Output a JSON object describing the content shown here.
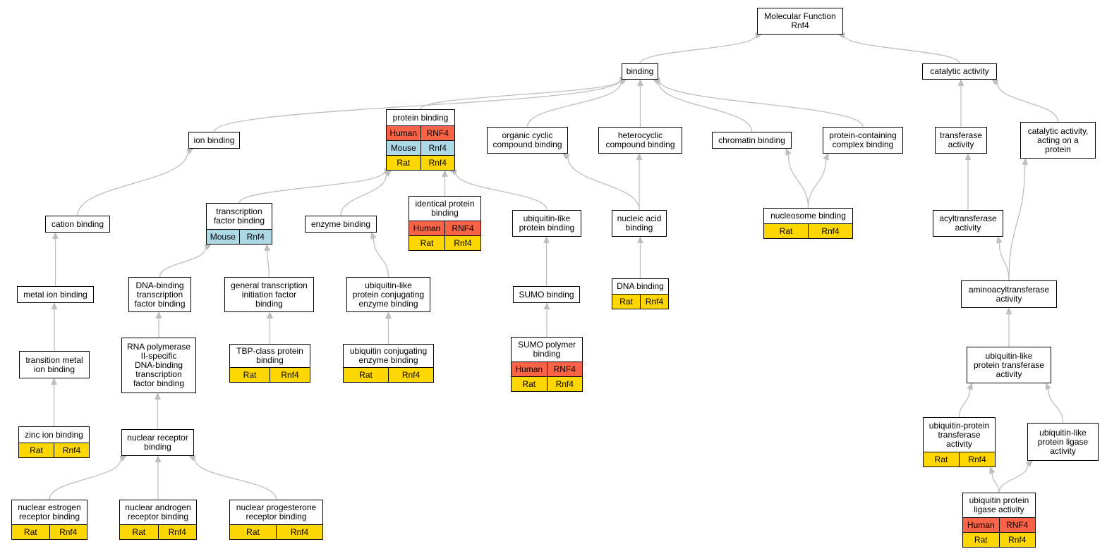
{
  "colors": {
    "human": "#FA6345",
    "mouse": "#ADD8E6",
    "rat": "#FFD700",
    "edge": "#BEBEBE"
  },
  "nodes": [
    {
      "id": "mf",
      "label": "Molecular Function\nRnf4",
      "rows": []
    },
    {
      "id": "binding",
      "label": "binding",
      "rows": []
    },
    {
      "id": "catalytic",
      "label": "catalytic activity",
      "rows": []
    },
    {
      "id": "ion",
      "label": "ion binding",
      "rows": []
    },
    {
      "id": "protein",
      "label": "protein binding",
      "rows": [
        {
          "species": "Human",
          "gene": "RNF4",
          "color": "human"
        },
        {
          "species": "Mouse",
          "gene": "Rnf4",
          "color": "mouse"
        },
        {
          "species": "Rat",
          "gene": "Rnf4",
          "color": "rat"
        }
      ]
    },
    {
      "id": "organic",
      "label": "organic cyclic\ncompound binding",
      "rows": []
    },
    {
      "id": "hetero",
      "label": "heterocyclic\ncompound binding",
      "rows": []
    },
    {
      "id": "chromatin",
      "label": "chromatin binding",
      "rows": []
    },
    {
      "id": "complex",
      "label": "protein-containing\ncomplex binding",
      "rows": []
    },
    {
      "id": "transferase",
      "label": "transferase\nactivity",
      "rows": []
    },
    {
      "id": "catprot",
      "label": "catalytic activity,\nacting on a\nprotein",
      "rows": []
    },
    {
      "id": "cation",
      "label": "cation binding",
      "rows": []
    },
    {
      "id": "tfbinding",
      "label": "transcription\nfactor binding",
      "rows": [
        {
          "species": "Mouse",
          "gene": "Rnf4",
          "color": "mouse"
        }
      ]
    },
    {
      "id": "enzyme",
      "label": "enzyme binding",
      "rows": []
    },
    {
      "id": "identical",
      "label": "identical protein\nbinding",
      "rows": [
        {
          "species": "Human",
          "gene": "RNF4",
          "color": "human"
        },
        {
          "species": "Rat",
          "gene": "Rnf4",
          "color": "rat"
        }
      ]
    },
    {
      "id": "ublike",
      "label": "ubiquitin-like\nprotein binding",
      "rows": []
    },
    {
      "id": "nucleic",
      "label": "nucleic acid\nbinding",
      "rows": []
    },
    {
      "id": "nucleosome",
      "label": "nucleosome binding",
      "rows": [
        {
          "species": "Rat",
          "gene": "Rnf4",
          "color": "rat"
        }
      ]
    },
    {
      "id": "acyl",
      "label": "acyltransferase\nactivity",
      "rows": []
    },
    {
      "id": "metal",
      "label": "metal ion binding",
      "rows": []
    },
    {
      "id": "dnatf",
      "label": "DNA-binding\ntranscription\nfactor binding",
      "rows": []
    },
    {
      "id": "gtif",
      "label": "general transcription\ninitiation factor\nbinding",
      "rows": []
    },
    {
      "id": "ublconj",
      "label": "ubiquitin-like\nprotein conjugating\nenzyme binding",
      "rows": []
    },
    {
      "id": "sumo",
      "label": "SUMO binding",
      "rows": []
    },
    {
      "id": "dna",
      "label": "DNA binding",
      "rows": [
        {
          "species": "Rat",
          "gene": "Rnf4",
          "color": "rat"
        }
      ]
    },
    {
      "id": "aminoacyl",
      "label": "aminoacyltransferase\nactivity",
      "rows": []
    },
    {
      "id": "transition",
      "label": "transition metal\nion binding",
      "rows": []
    },
    {
      "id": "rnapol",
      "label": "RNA polymerase\nII-specific\nDNA-binding\ntranscription\nfactor binding",
      "rows": []
    },
    {
      "id": "tbp",
      "label": "TBP-class protein\nbinding",
      "rows": [
        {
          "species": "Rat",
          "gene": "Rnf4",
          "color": "rat"
        }
      ]
    },
    {
      "id": "ubconj",
      "label": "ubiquitin conjugating\nenzyme binding",
      "rows": [
        {
          "species": "Rat",
          "gene": "Rnf4",
          "color": "rat"
        }
      ]
    },
    {
      "id": "sumopoly",
      "label": "SUMO polymer\nbinding",
      "rows": [
        {
          "species": "Human",
          "gene": "RNF4",
          "color": "human"
        },
        {
          "species": "Rat",
          "gene": "Rnf4",
          "color": "rat"
        }
      ]
    },
    {
      "id": "ubltrans",
      "label": "ubiquitin-like\nprotein transferase\nactivity",
      "rows": []
    },
    {
      "id": "zinc",
      "label": "zinc ion binding",
      "rows": [
        {
          "species": "Rat",
          "gene": "Rnf4",
          "color": "rat"
        }
      ]
    },
    {
      "id": "nuclrec",
      "label": "nuclear receptor\nbinding",
      "rows": []
    },
    {
      "id": "ubprot",
      "label": "ubiquitin-protein\ntransferase\nactivity",
      "rows": [
        {
          "species": "Rat",
          "gene": "Rnf4",
          "color": "rat"
        }
      ]
    },
    {
      "id": "ubllig",
      "label": "ubiquitin-like\nprotein ligase\nactivity",
      "rows": []
    },
    {
      "id": "estrogen",
      "label": "nuclear estrogen\nreceptor binding",
      "rows": [
        {
          "species": "Rat",
          "gene": "Rnf4",
          "color": "rat"
        }
      ]
    },
    {
      "id": "androgen",
      "label": "nuclear androgen\nreceptor binding",
      "rows": [
        {
          "species": "Rat",
          "gene": "Rnf4",
          "color": "rat"
        }
      ]
    },
    {
      "id": "progesterone",
      "label": "nuclear progesterone\nreceptor binding",
      "rows": [
        {
          "species": "Rat",
          "gene": "Rnf4",
          "color": "rat"
        }
      ]
    },
    {
      "id": "ubligase",
      "label": "ubiquitin protein\nligase activity",
      "rows": [
        {
          "species": "Human",
          "gene": "RNF4",
          "color": "human"
        },
        {
          "species": "Rat",
          "gene": "Rnf4",
          "color": "rat"
        }
      ]
    }
  ],
  "edges": [
    [
      "binding",
      "mf"
    ],
    [
      "catalytic",
      "mf"
    ],
    [
      "ion",
      "binding"
    ],
    [
      "protein",
      "binding"
    ],
    [
      "organic",
      "binding"
    ],
    [
      "hetero",
      "binding"
    ],
    [
      "chromatin",
      "binding"
    ],
    [
      "complex",
      "binding"
    ],
    [
      "transferase",
      "catalytic"
    ],
    [
      "catprot",
      "catalytic"
    ],
    [
      "cation",
      "ion"
    ],
    [
      "metal",
      "cation"
    ],
    [
      "transition",
      "metal"
    ],
    [
      "zinc",
      "transition"
    ],
    [
      "tfbinding",
      "protein"
    ],
    [
      "enzyme",
      "protein"
    ],
    [
      "identical",
      "protein"
    ],
    [
      "ublike",
      "protein"
    ],
    [
      "nucleic",
      "organic"
    ],
    [
      "nucleic",
      "hetero"
    ],
    [
      "nucleosome",
      "chromatin"
    ],
    [
      "nucleosome",
      "complex"
    ],
    [
      "acyl",
      "transferase"
    ],
    [
      "aminoacyl",
      "acyl"
    ],
    [
      "aminoacyl",
      "catprot"
    ],
    [
      "ubltrans",
      "aminoacyl"
    ],
    [
      "ubprot",
      "ubltrans"
    ],
    [
      "ubllig",
      "ubltrans"
    ],
    [
      "ubligase",
      "ubprot"
    ],
    [
      "ubligase",
      "ubllig"
    ],
    [
      "dnatf",
      "tfbinding"
    ],
    [
      "gtif",
      "tfbinding"
    ],
    [
      "rnapol",
      "dnatf"
    ],
    [
      "nuclrec",
      "rnapol"
    ],
    [
      "estrogen",
      "nuclrec"
    ],
    [
      "androgen",
      "nuclrec"
    ],
    [
      "progesterone",
      "nuclrec"
    ],
    [
      "tbp",
      "gtif"
    ],
    [
      "ublconj",
      "enzyme"
    ],
    [
      "ubconj",
      "ublconj"
    ],
    [
      "sumo",
      "ublike"
    ],
    [
      "sumopoly",
      "sumo"
    ],
    [
      "dna",
      "nucleic"
    ]
  ]
}
